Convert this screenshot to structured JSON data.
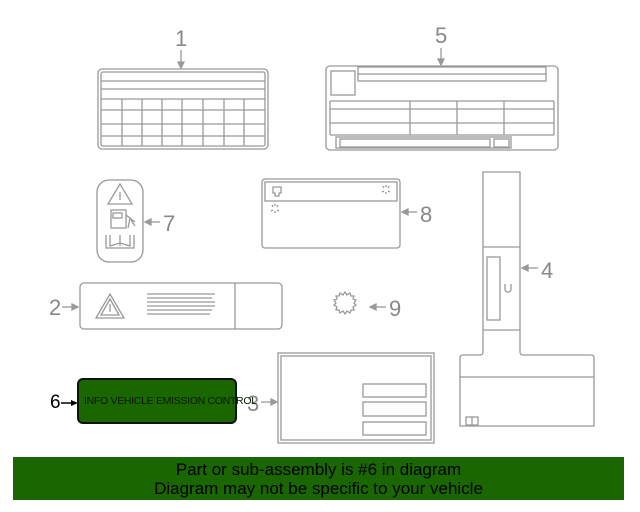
{
  "diagram": {
    "callouts": [
      {
        "id": "1",
        "label": "1"
      },
      {
        "id": "2",
        "label": "2"
      },
      {
        "id": "3",
        "label": "3"
      },
      {
        "id": "4",
        "label": "4"
      },
      {
        "id": "5",
        "label": "5"
      },
      {
        "id": "6",
        "label": "6"
      },
      {
        "id": "7",
        "label": "7"
      },
      {
        "id": "8",
        "label": "8"
      },
      {
        "id": "9",
        "label": "9"
      }
    ],
    "highlighted_part": {
      "number": "6",
      "label": "INFO VEHICLE EMISSION CONTROL",
      "color": "#1a6600"
    },
    "line_color": "#999999"
  },
  "banner": {
    "line1": "Part or sub-assembly is #6 in diagram",
    "line2": "Diagram may not be specific to your vehicle",
    "color": "#1a6600"
  }
}
